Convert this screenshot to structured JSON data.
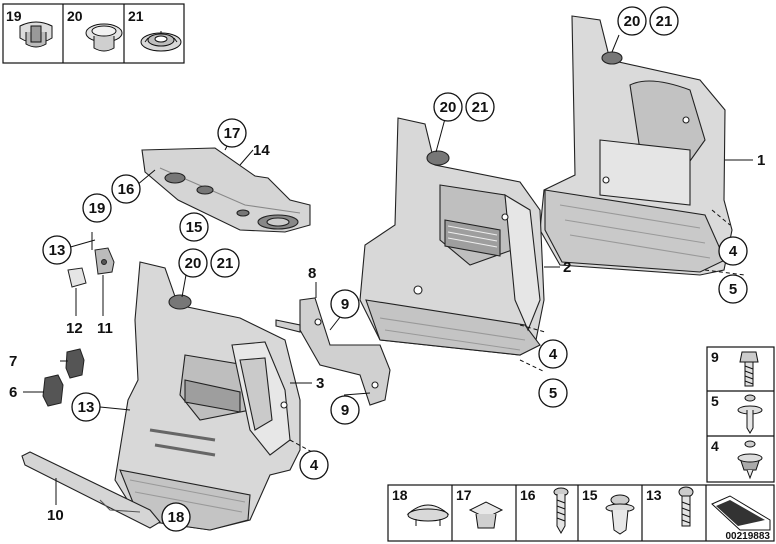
{
  "diagram": {
    "callouts": {
      "c1": "1",
      "c2": "2",
      "c3": "3",
      "c4a": "4",
      "c4b": "4",
      "c4c": "4",
      "c5a": "5",
      "c5b": "5",
      "c6": "6",
      "c7": "7",
      "c8": "8",
      "c9a": "9",
      "c9b": "9",
      "c10": "10",
      "c11": "11",
      "c12": "12",
      "c13a": "13",
      "c13b": "13",
      "c14": "14",
      "c15": "15",
      "c16": "16",
      "c17": "17",
      "c18": "18",
      "c19": "19",
      "c20a": "20",
      "c20b": "20",
      "c20c": "20",
      "c21a": "21",
      "c21b": "21",
      "c21c": "21"
    },
    "top_box_labels": [
      "19",
      "20",
      "21"
    ],
    "bottom_box_labels": [
      "18",
      "17",
      "16",
      "15",
      "13"
    ],
    "side_box_labels": [
      "9",
      "5",
      "4"
    ],
    "doc_number": "00219883"
  }
}
